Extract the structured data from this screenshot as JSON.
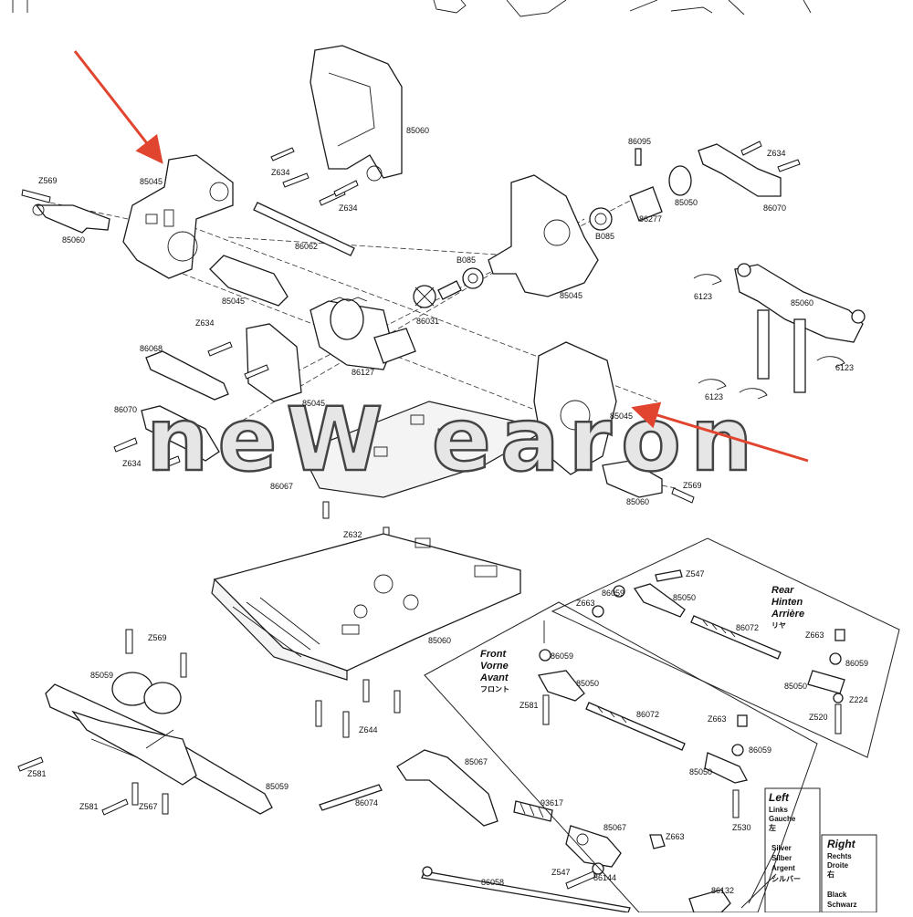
{
  "watermark": "neW earon",
  "labels": {
    "z569_a": "Z569",
    "p85060_a": "85060",
    "p85045_a": "85045",
    "p85060_top": "85060",
    "z634_a": "Z634",
    "z634_b": "Z634",
    "p86062": "86062",
    "p85045_b": "85045",
    "p86095": "86095",
    "z634_c": "Z634",
    "p85050_a": "85050",
    "p86277": "86277",
    "p86070_a": "86070",
    "b085_a": "B085",
    "b085_b": "B085",
    "p85045_c": "85045",
    "p86031": "86031",
    "z634_d": "Z634",
    "p86068": "86068",
    "p86127": "86127",
    "p85045_d": "85045",
    "p86070_b": "86070",
    "z634_e": "Z634",
    "p86067": "86067",
    "p6123_a": "6123",
    "p85060_b": "85060",
    "p6123_b": "6123",
    "p6123_c": "6123",
    "p85045_e": "85045",
    "z569_b": "Z569",
    "p85060_c": "85060",
    "z632": "Z632",
    "p85060_plate": "85060",
    "z569_c": "Z569",
    "p85059_a": "85059",
    "z581_a": "Z581",
    "p85059_b": "85059",
    "z581_b": "Z581",
    "z567": "Z567",
    "z644": "Z644",
    "p86074": "86074",
    "p85067_a": "85067",
    "p93617": "93617",
    "p85067_b": "85067",
    "z663_a": "Z663",
    "z547_a": "Z547",
    "p86144": "86144",
    "p86058": "86058",
    "p86132": "86132",
    "z547_b": "Z547",
    "p86059_a": "86059",
    "p85050_b": "85050",
    "z663_b": "Z663",
    "p86072_a": "86072",
    "p86059_b": "86059",
    "z663_c": "Z663",
    "p85050_c": "85050",
    "z224": "Z224",
    "z520": "Z520",
    "p86059_c": "86059",
    "p85050_d": "85050",
    "z581_c": "Z581",
    "p86072_b": "86072",
    "z663_d": "Z663",
    "p86059_d": "86059",
    "p85050_e": "85050",
    "z530": "Z530"
  },
  "rear_legend": {
    "l1": "Rear",
    "l2": "Hinten",
    "l3": "Arrière",
    "l4": "リヤ"
  },
  "front_legend": {
    "l1": "Front",
    "l2": "Vorne",
    "l3": "Avant",
    "l4": "フロント"
  },
  "left_box": {
    "l1": "Left",
    "l2": "Links",
    "l3": "Gauche",
    "l4": "左",
    "l5": "Silver",
    "l6": "Silber",
    "l7": "Argent",
    "l8": "シルバー"
  },
  "right_box": {
    "l1": "Right",
    "l2": "Rechts",
    "l3": "Droite",
    "l4": "右",
    "l5": "Black",
    "l6": "Schwarz"
  },
  "colors": {
    "arrow": "#e2452f",
    "line": "#1a1a1a"
  }
}
